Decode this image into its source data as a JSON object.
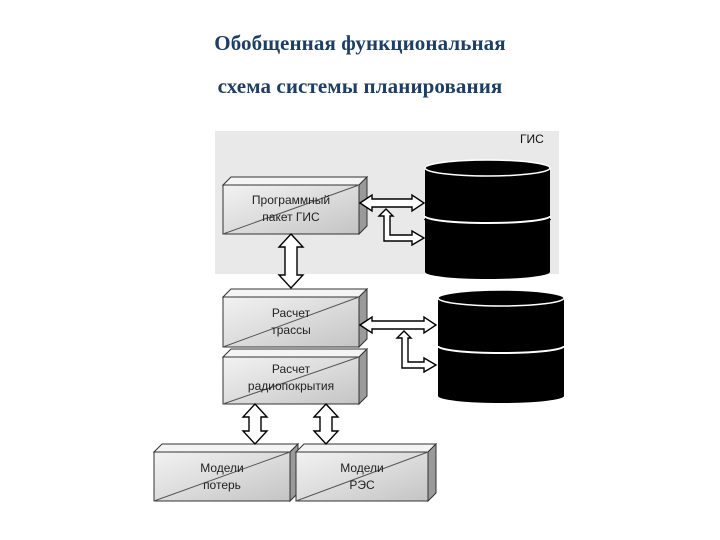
{
  "title": {
    "line1": "Обобщенная функциональная",
    "line2": "схема системы планирования"
  },
  "gis_region": {
    "label": "ГИС"
  },
  "boxes": {
    "program_package": {
      "line1": "Программный",
      "line2": "пакет ГИС"
    },
    "route_calc": {
      "line1": "Расчет",
      "line2": "трассы"
    },
    "radio_coverage_calc": {
      "line1": "Расчет",
      "line2": "радиопокрытия"
    },
    "loss_models": {
      "line1": "Модели",
      "line2": "потерь"
    },
    "res_models": {
      "line1": "Модели",
      "line2": "РЭС"
    }
  },
  "colors": {
    "title": "#1f3e63",
    "gis_background": "#e9e9e9",
    "box_face": "#d7d7d7",
    "database": "#000000"
  }
}
